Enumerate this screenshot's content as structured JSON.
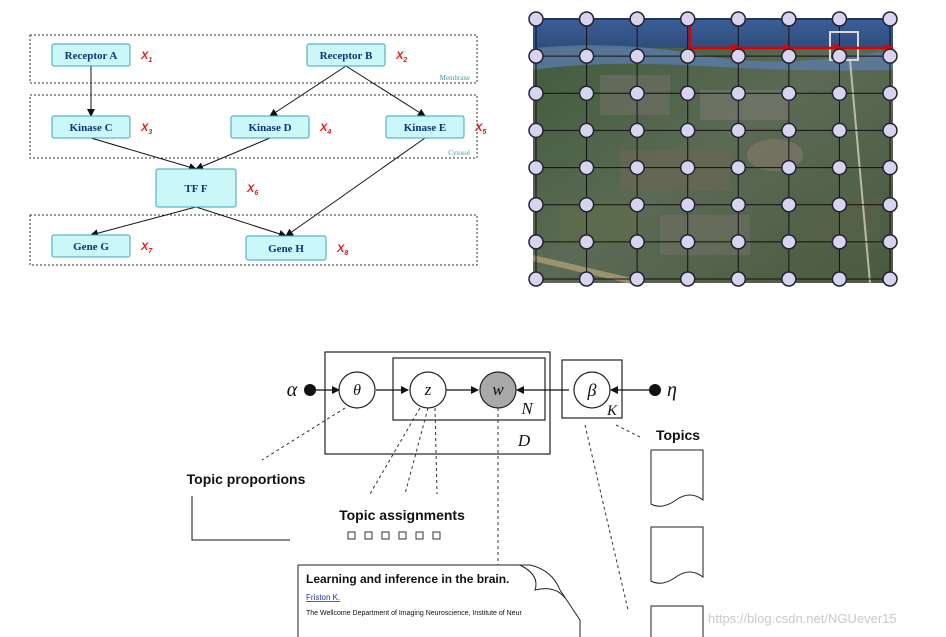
{
  "bio_network": {
    "membrane_label": "Membrane",
    "cytosol_label": "Cytosol",
    "nodes": [
      {
        "id": "A",
        "label": "Receptor A",
        "var": "X",
        "sub": "1"
      },
      {
        "id": "B",
        "label": "Receptor B",
        "var": "X",
        "sub": "2"
      },
      {
        "id": "C",
        "label": "Kinase C",
        "var": "X",
        "sub": "3"
      },
      {
        "id": "D",
        "label": "Kinase D",
        "var": "X",
        "sub": "4"
      },
      {
        "id": "E",
        "label": "Kinase E",
        "var": "X",
        "sub": "5"
      },
      {
        "id": "F",
        "label": "TF F",
        "var": "X",
        "sub": "6"
      },
      {
        "id": "G",
        "label": "Gene G",
        "var": "X",
        "sub": "7"
      },
      {
        "id": "H",
        "label": "Gene H",
        "var": "X",
        "sub": "8"
      }
    ],
    "colors": {
      "node_fill": "#ccf7f9",
      "node_border": "#3aa6b8",
      "node_text": "#12327a",
      "var_text": "#e01818",
      "region_label": "#3a9fa6"
    }
  },
  "lattice": {
    "rows": 8,
    "cols": 8,
    "colors": {
      "node_fill": "#d9d4ee",
      "node_border": "#222233",
      "path": "#e00000",
      "highlight": "#d9d9d9"
    }
  },
  "lda": {
    "alpha": "α",
    "theta": "θ",
    "z": "z",
    "w": "w",
    "beta": "β",
    "eta": "η",
    "plate_N": "N",
    "plate_D": "D",
    "plate_K": "K",
    "topic_proportions": "Topic proportions",
    "topic_assignments": "Topic assignments",
    "topics": "Topics",
    "doc_title": "Learning and inference in the brain.",
    "doc_author": "Friston K.",
    "doc_affiliation": "The Wellcome Department of Imaging Neuroscience, Institute of Neur"
  },
  "watermark": "https://blog.csdn.net/NGUever15"
}
